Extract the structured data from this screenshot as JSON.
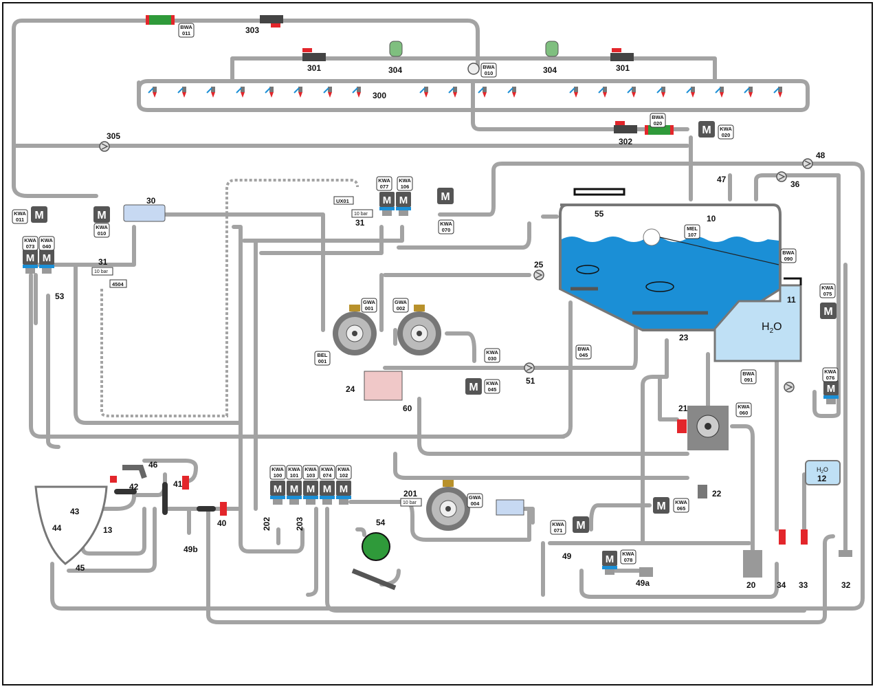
{
  "colors": {
    "pipe": "#a3a3a3",
    "water": "#1b8fd6",
    "tank_light": "#bfe0f5",
    "valve_red": "#e3262b",
    "motor": "#555555",
    "pump_green": "#2f9a3a"
  },
  "labels": {
    "n10": "10",
    "n11": "11",
    "n12": "12",
    "n13": "13",
    "n20": "20",
    "n21": "21",
    "n22": "22",
    "n23": "23",
    "n24": "24",
    "n25": "25",
    "n30": "30",
    "n31a": "31",
    "n31b": "31",
    "n32": "32",
    "n33": "33",
    "n34": "34",
    "n36": "36",
    "n40": "40",
    "n41": "41",
    "n42": "42",
    "n43": "43",
    "n44": "44",
    "n45": "45",
    "n46": "46",
    "n47": "47",
    "n48": "48",
    "n49": "49",
    "n49a": "49a",
    "n49b": "49b",
    "n51": "51",
    "n53": "53",
    "n54": "54",
    "n55": "55",
    "n60": "60",
    "n201": "201",
    "n202": "202",
    "n203": "203",
    "n300": "300",
    "n301a": "301",
    "n301b": "301",
    "n302": "302",
    "n303": "303",
    "n304a": "304",
    "n304b": "304",
    "n305": "305"
  },
  "tags": {
    "bwa011": [
      "BWA",
      "011"
    ],
    "bwa010": [
      "BWA",
      "010"
    ],
    "bwa020": [
      "BWA",
      "020"
    ],
    "bwa090": [
      "BWA",
      "090"
    ],
    "bwa045": [
      "BWA",
      "045"
    ],
    "bwa091": [
      "BWA",
      "091"
    ],
    "kwa020": [
      "KWA",
      "020"
    ],
    "kwa011": [
      "KWA",
      "011"
    ],
    "kwa010": [
      "KWA",
      "010"
    ],
    "kwa073": [
      "KWA",
      "073"
    ],
    "kwa040": [
      "KWA",
      "040"
    ],
    "kwa077": [
      "KWA",
      "077"
    ],
    "kwa106": [
      "KWA",
      "106"
    ],
    "kwa070": [
      "KWA",
      "070"
    ],
    "kwa075": [
      "KWA",
      "075"
    ],
    "kwa076": [
      "KWA",
      "076"
    ],
    "kwa030": [
      "KWA",
      "030"
    ],
    "kwa045": [
      "KWA",
      "045"
    ],
    "kwa060": [
      "KWA",
      "060"
    ],
    "kwa065": [
      "KWA",
      "065"
    ],
    "kwa071": [
      "KWA",
      "071"
    ],
    "kwa078": [
      "KWA",
      "078"
    ],
    "kwa100": [
      "KWA",
      "100"
    ],
    "kwa101": [
      "KWA",
      "101"
    ],
    "kwa103": [
      "KWA",
      "103"
    ],
    "kwa074": [
      "KWA",
      "074"
    ],
    "kwa102": [
      "KWA",
      "102"
    ],
    "gwa001": [
      "GWA",
      "001"
    ],
    "gwa002": [
      "GWA",
      "002"
    ],
    "gwa004": [
      "GWA",
      "004"
    ],
    "bel001": [
      "BEL",
      "001"
    ],
    "mel107": [
      "MEL",
      "107"
    ]
  },
  "misc": {
    "ux01": "UX01",
    "bar_a": "10 bar",
    "bar_b": "10 bar",
    "bar_c": "10 bar",
    "code4504": "4504",
    "motor_letter": "M",
    "h2o_main": "H",
    "h2o_sub": "2",
    "h2o_tail": "O",
    "h2o_12": "H",
    "h2o_12_sub": "2",
    "h2o_12_tail": "O"
  }
}
